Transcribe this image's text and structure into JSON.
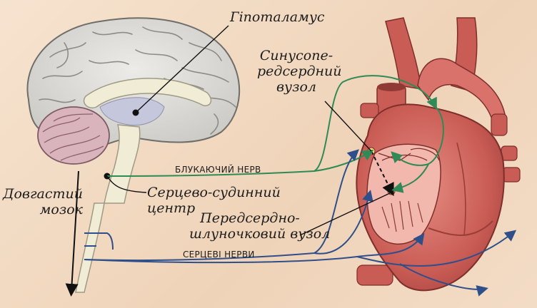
{
  "labels": {
    "hypothalamus": "Гіпоталамус",
    "sa_node_line1": "Синусопе-",
    "sa_node_line2": "редсердний",
    "sa_node_line3": "вузол",
    "vagus_nerve": "БЛУКАЮЧИЙ НЕРВ",
    "medulla_line1": "Довгастий",
    "medulla_line2": "мозок",
    "cv_center_line1": "Серцево-судинний",
    "cv_center_line2": "центр",
    "av_node_line1": "Передсердно-",
    "av_node_line2": "шлуночковий вузол",
    "cardiac_nerves": "СЕРЦЕВІ НЕРВИ"
  },
  "colors": {
    "vagus_nerve": "#2f8a55",
    "cardiac_nerves": "#2f4f8a",
    "heart": "#c95c55",
    "brain": "#dad8d3"
  }
}
